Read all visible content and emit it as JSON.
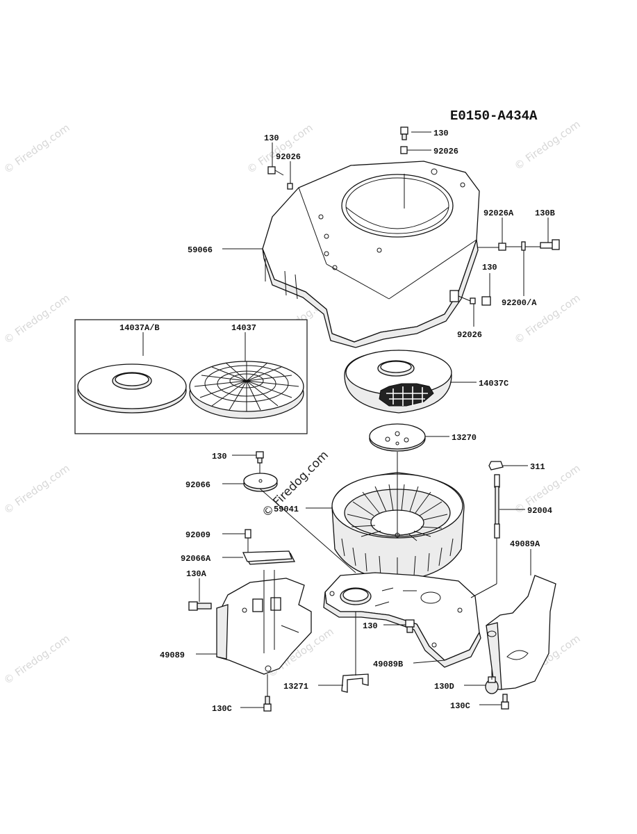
{
  "diagram_code": "E0150-A434A",
  "watermark": "© Firedog.com",
  "watermark_center": "© Firedog.com",
  "part_refs": {
    "r130_left": "130",
    "r92026_left": "92026",
    "r130_top": "130",
    "r92026_top": "92026",
    "r92026A": "92026A",
    "r130B": "130B",
    "r59066": "59066",
    "r130_right": "130",
    "r92200A": "92200/A",
    "r92026_right": "92026",
    "r14037AB": "14037A/B",
    "r14037": "14037",
    "r14037C": "14037C",
    "r13270": "13270",
    "r130_mid": "130",
    "r311": "311",
    "r92066": "92066",
    "r59041": "59041",
    "r92004": "92004",
    "r92009": "92009",
    "r49089A": "49089A",
    "r92066A": "92066A",
    "r130A": "130A",
    "r130_low": "130",
    "r49089": "49089",
    "r49089B": "49089B",
    "r13271": "13271",
    "r130D": "130D",
    "r130C_left": "130C",
    "r130C_right": "130C"
  }
}
